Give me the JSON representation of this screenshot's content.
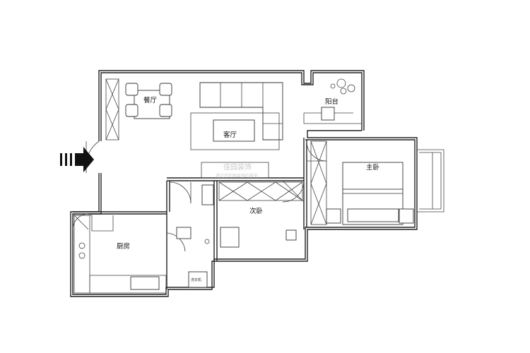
{
  "rooms": {
    "dining": "餐厅",
    "living": "客厅",
    "balcony": "阳台",
    "master_bedroom": "主卧",
    "second_bedroom": "次卧",
    "kitchen": "厨房"
  },
  "fixtures": {
    "washer_label": "洗衣机"
  },
  "watermark": {
    "brand": "佳园装饰",
    "tagline": "透过您的家装预约服务"
  },
  "entrance_icon": "entrance-arrow-icon"
}
